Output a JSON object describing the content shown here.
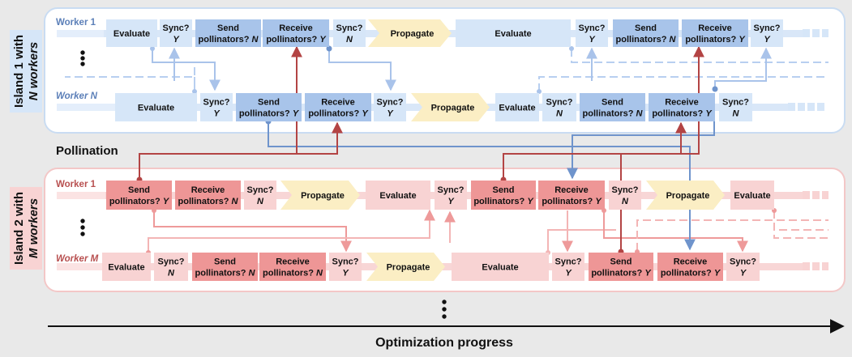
{
  "island1": {
    "tab_line1": "Island 1 with",
    "tab_line2": "N workers",
    "worker_top": "Worker 1",
    "worker_bottom": "Worker N",
    "row_top": [
      {
        "kind": "eval",
        "t1": "Evaluate"
      },
      {
        "kind": "sync",
        "t1": "Sync?",
        "t2": "Y"
      },
      {
        "kind": "send",
        "t1": "Send",
        "t2": "pollinators? N"
      },
      {
        "kind": "recv",
        "t1": "Receive",
        "t2": "pollinators? Y"
      },
      {
        "kind": "sync",
        "t1": "Sync?",
        "t2": "N"
      },
      {
        "kind": "prop",
        "t1": "Propagate"
      },
      {
        "kind": "eval",
        "t1": "Evaluate"
      },
      {
        "kind": "sync",
        "t1": "Sync?",
        "t2": "Y"
      },
      {
        "kind": "send",
        "t1": "Send",
        "t2": "pollinators? N"
      },
      {
        "kind": "recv",
        "t1": "Receive",
        "t2": "pollinators? Y"
      },
      {
        "kind": "sync",
        "t1": "Sync?",
        "t2": "Y"
      }
    ],
    "row_bottom": [
      {
        "kind": "eval",
        "t1": "Evaluate"
      },
      {
        "kind": "sync",
        "t1": "Sync?",
        "t2": "Y"
      },
      {
        "kind": "send",
        "t1": "Send",
        "t2": "pollinators? Y"
      },
      {
        "kind": "recv",
        "t1": "Receive",
        "t2": "pollinators? Y"
      },
      {
        "kind": "sync",
        "t1": "Sync?",
        "t2": "Y"
      },
      {
        "kind": "prop",
        "t1": "Propagate"
      },
      {
        "kind": "eval",
        "t1": "Evaluate"
      },
      {
        "kind": "sync",
        "t1": "Sync?",
        "t2": "N"
      },
      {
        "kind": "send",
        "t1": "Send",
        "t2": "pollinators? N"
      },
      {
        "kind": "recv",
        "t1": "Receive",
        "t2": "pollinators? Y"
      },
      {
        "kind": "sync",
        "t1": "Sync?",
        "t2": "N"
      }
    ]
  },
  "pollination_label": "Pollination",
  "island2": {
    "tab_line1": "Island 2 with",
    "tab_line2": "M workers",
    "worker_top": "Worker 1",
    "worker_bottom": "Worker M",
    "row_top": [
      {
        "kind": "send",
        "t1": "Send",
        "t2": "pollinators? Y"
      },
      {
        "kind": "recv",
        "t1": "Receive",
        "t2": "pollinators? N"
      },
      {
        "kind": "sync",
        "t1": "Sync?",
        "t2": "N"
      },
      {
        "kind": "prop",
        "t1": "Propagate"
      },
      {
        "kind": "eval",
        "t1": "Evaluate"
      },
      {
        "kind": "sync",
        "t1": "Sync?",
        "t2": "Y"
      },
      {
        "kind": "send",
        "t1": "Send",
        "t2": "pollinators? Y"
      },
      {
        "kind": "recv",
        "t1": "Receive",
        "t2": "pollinators? Y"
      },
      {
        "kind": "sync",
        "t1": "Sync?",
        "t2": "N"
      },
      {
        "kind": "prop",
        "t1": "Propagate"
      },
      {
        "kind": "eval",
        "t1": "Evaluate"
      }
    ],
    "row_bottom": [
      {
        "kind": "eval",
        "t1": "Evaluate"
      },
      {
        "kind": "sync",
        "t1": "Sync?",
        "t2": "N"
      },
      {
        "kind": "send",
        "t1": "Send",
        "t2": "pollinators? N"
      },
      {
        "kind": "recv",
        "t1": "Receive",
        "t2": "pollinators? N"
      },
      {
        "kind": "sync",
        "t1": "Sync?",
        "t2": "Y"
      },
      {
        "kind": "prop",
        "t1": "Propagate"
      },
      {
        "kind": "eval",
        "t1": "Evaluate"
      },
      {
        "kind": "sync",
        "t1": "Sync?",
        "t2": "Y"
      },
      {
        "kind": "send",
        "t1": "Send",
        "t2": "pollinators? Y"
      },
      {
        "kind": "recv",
        "t1": "Receive",
        "t2": "pollinators? Y"
      },
      {
        "kind": "sync",
        "t1": "Sync?",
        "t2": "Y"
      }
    ]
  },
  "axis_label": "Optimization progress",
  "colors": {
    "blue_light": "#d6e6f8",
    "blue_mid": "#a8c4ea",
    "blue_text": "#5b7fb8",
    "blue_line": "#6f94cc",
    "red_light": "#f8d3d3",
    "red_mid": "#ee9696",
    "red_text": "#b85050",
    "red_line": "#b34444",
    "propagate": "#fbeec4",
    "background": "#e9e9e9"
  }
}
